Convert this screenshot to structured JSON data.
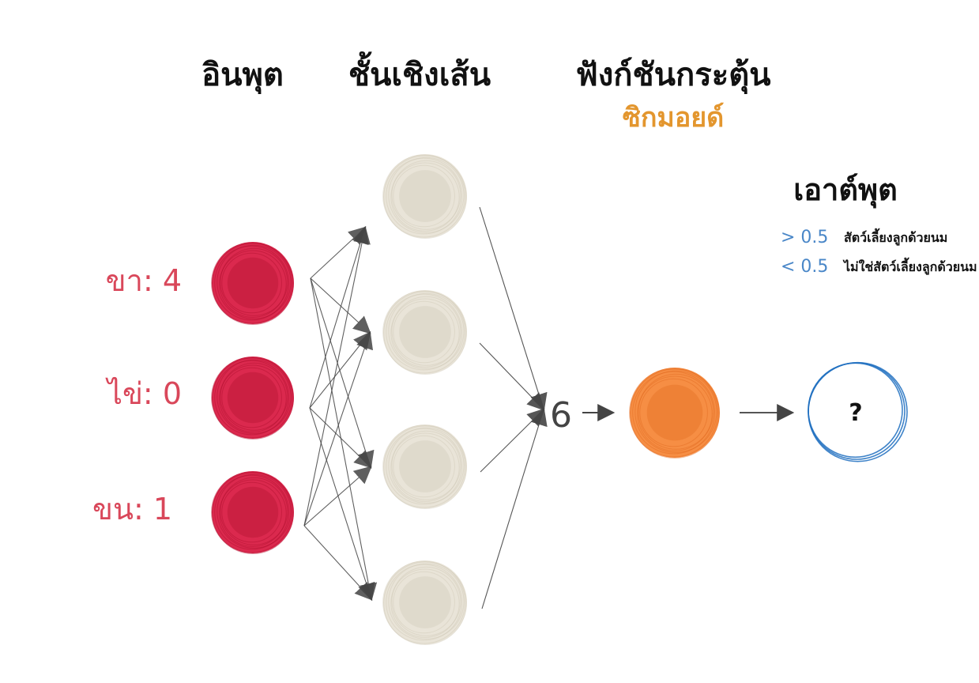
{
  "headers": {
    "input": "อินพุต",
    "linear_layer": "ชั้นเชิงเส้น",
    "activation": "ฟังก์ชันกระตุ้น",
    "activation_name": "ซิกมอยด์"
  },
  "output": {
    "title": "เอาต์พุต",
    "rules": [
      {
        "symbol": "> 0.5",
        "label": "สัตว์เลี้ยงลูกด้วยนม"
      },
      {
        "symbol": "< 0.5",
        "label": "ไม่ใช่สัตว์เลี้ยงลูกด้วยนม"
      }
    ],
    "node_text": "?"
  },
  "inputs": [
    {
      "label": "ขา: 4"
    },
    {
      "label": "ไข่: 0"
    },
    {
      "label": "ขน: 1"
    }
  ],
  "hidden_node_count": 4,
  "linear_output": "6",
  "colors": {
    "input_node": "#D91E45",
    "hidden_node": "#E8E3D6",
    "activation_node": "#F5883A",
    "output_node_stroke": "#1F6FC0",
    "input_label": "#D9475A",
    "activation_name": "#E3962E",
    "rule_symbol": "#4A87C8",
    "arrow": "#444444"
  }
}
